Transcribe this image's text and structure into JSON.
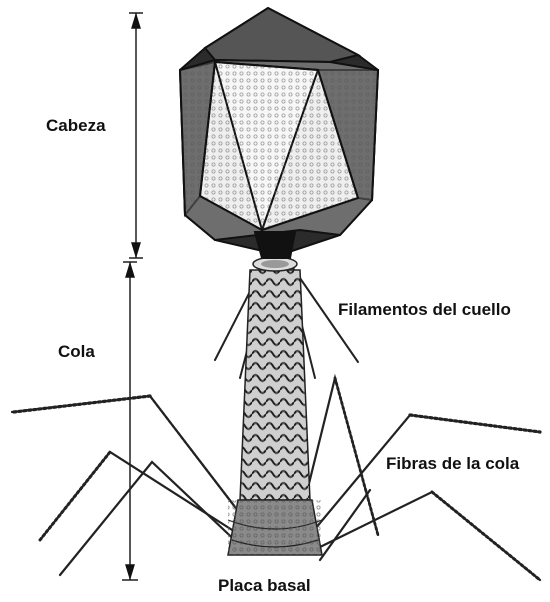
{
  "labels": {
    "head": "Cabeza",
    "tail": "Cola",
    "neck_filaments": "Filamentos del cuello",
    "tail_fibers": "Fibras de la cola",
    "base_plate": "Placa basal"
  },
  "colors": {
    "ink": "#111111",
    "head_dark": "#2b2b2b",
    "head_mid": "#6e6e6e",
    "head_light": "#efefef",
    "tail": "#9a9a9a"
  }
}
